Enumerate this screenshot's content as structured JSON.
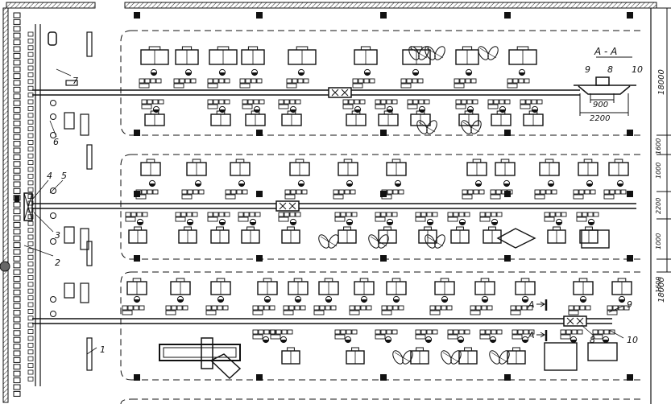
{
  "callouts": {
    "c1": "1",
    "c2": "2",
    "c3": "3",
    "c4": "4",
    "c5": "5",
    "c6": "6",
    "c7": "7",
    "c8a": "8",
    "c9a": "9",
    "c10a": "10",
    "c8b": "8",
    "c9b": "9",
    "c10b": "10"
  },
  "section": {
    "title": "A - A",
    "c9": "9",
    "c8": "8",
    "c10": "10",
    "dim_inner": "900",
    "dim_outer": "2200"
  },
  "section_marks": {
    "a_upper": "A",
    "a_lower": "A"
  },
  "right_dims": {
    "d18000_top": "18000",
    "d1600_a": "1600",
    "d1000_a": "1000",
    "d2200": "2200",
    "d1000_b": "1000",
    "d1600_b": "1600",
    "d18000_bottom": "18000"
  }
}
